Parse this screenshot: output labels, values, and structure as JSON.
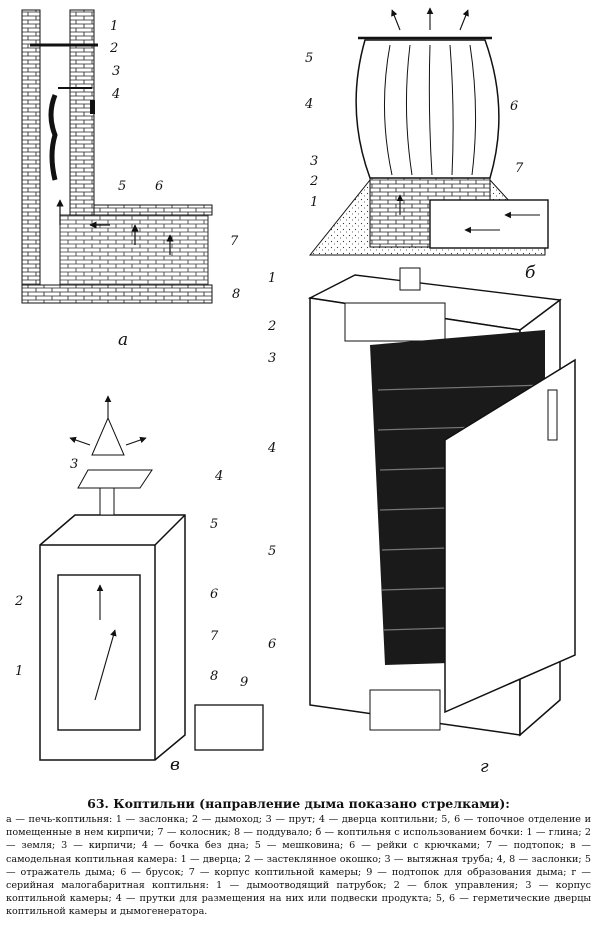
{
  "figure": {
    "labels": {
      "a": [
        "1",
        "2",
        "3",
        "4",
        "5",
        "6",
        "7",
        "8"
      ],
      "b": [
        "5",
        "4",
        "6",
        "3",
        "2",
        "1",
        "7"
      ],
      "c": [
        "3",
        "4",
        "5",
        "2",
        "6",
        "7",
        "1",
        "8",
        "9"
      ],
      "d": [
        "1",
        "2",
        "3",
        "4",
        "5",
        "6"
      ]
    },
    "subfigure_letters": [
      "а",
      "б",
      "в",
      "г"
    ]
  },
  "caption": {
    "title": "63. Коптильни (направление дыма показано стрелками):",
    "body": "а — печь-коптильня: 1 — заслонка; 2 — дымоход; 3 — прут; 4 — дверца коптильни; 5, 6 — топочное отделение и помещенные в нем кирпичи; 7 — колосник; 8 — поддувало; б — коптильня с использованием бочки: 1 — глина; 2 — земля; 3 — кирпичи; 4 — бочка без дна; 5 — мешковина; 6 — рейки с крючками; 7 — подтопок; в — самодельная коптильная камера: 1 — дверца; 2 — застеклянное окошко; 3 — вытяжная труба; 4, 8 — заслонки; 5 — отражатель дыма; 6 — брусок; 7 — корпус коптильной камеры; 9 — подтопок для образования дыма; г — серийная малогабаритная коптильня: 1 — дымоотводящий патрубок; 2 — блок управления; 3 — корпус коптильной камеры; 4 — прутки для размещения на них или подвески продукта; 5, 6 — герметические дверцы коптильной камеры и дымогенератора."
  }
}
